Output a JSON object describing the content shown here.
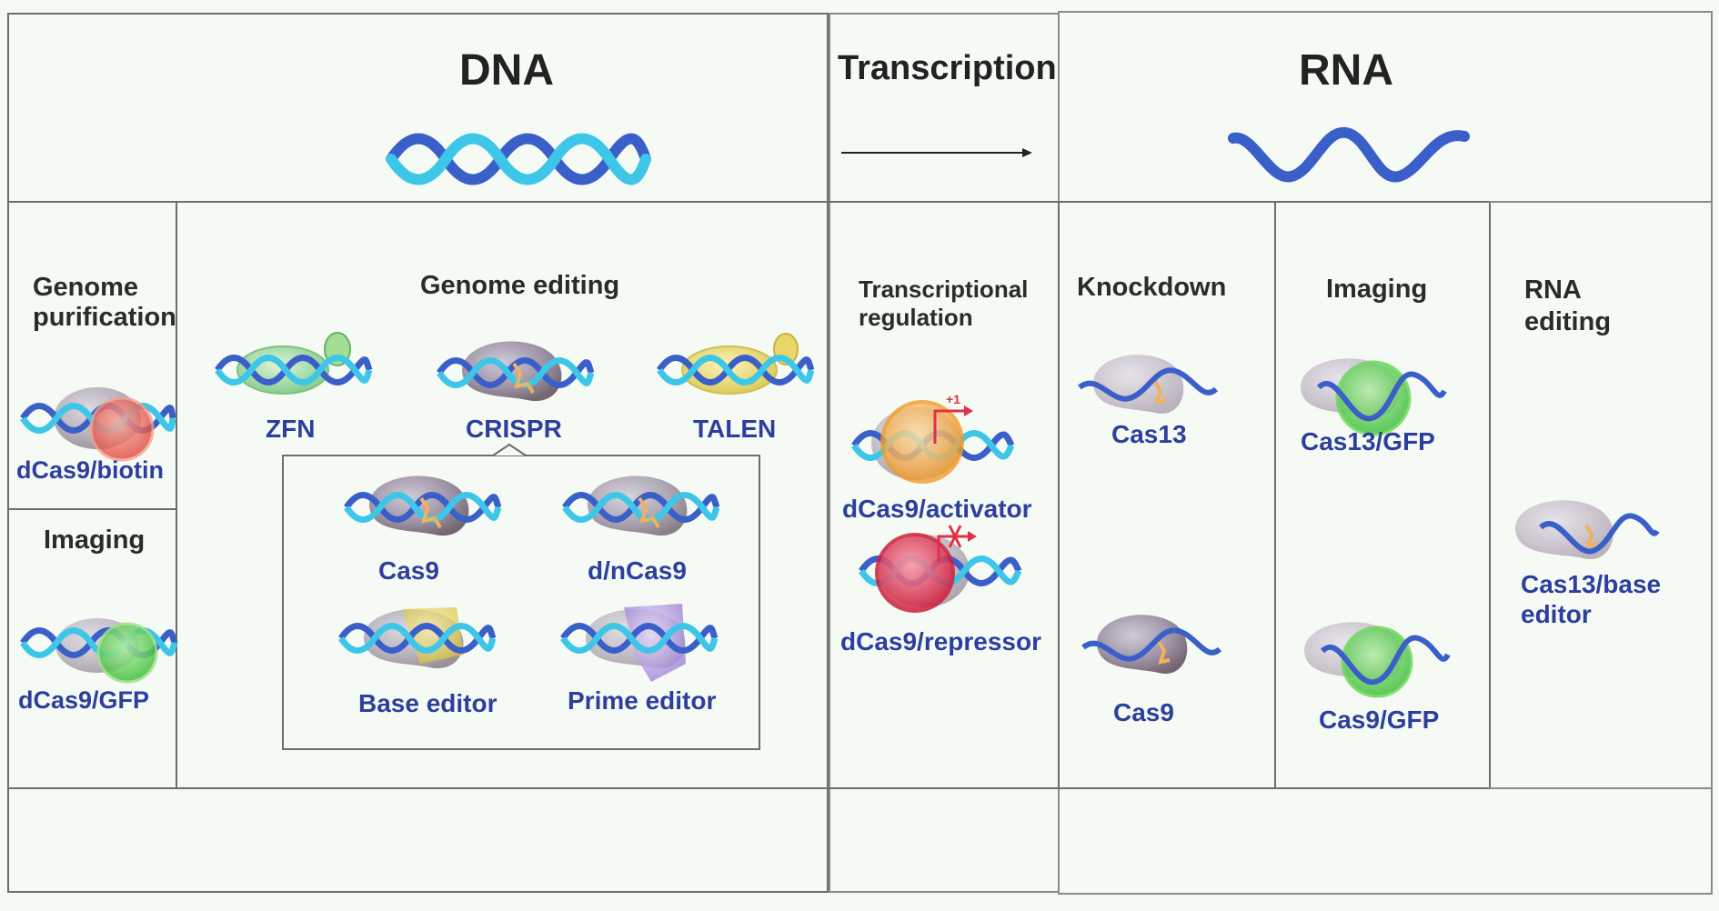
{
  "headers": {
    "dna": "DNA",
    "transcription": "Transcription",
    "rna": "RNA"
  },
  "dna": {
    "genome_purification": {
      "title": "Genome purification",
      "label": "dCas9/biotin"
    },
    "imaging": {
      "title": "Imaging",
      "label": "dCas9/GFP"
    },
    "genome_editing": {
      "title": "Genome editing",
      "tools": [
        "ZFN",
        "CRISPR",
        "TALEN"
      ],
      "crispr_variants": [
        "Cas9",
        "d/nCas9",
        "Base editor",
        "Prime editor"
      ]
    }
  },
  "transcription": {
    "regulation": {
      "title": "Transcriptional regulation",
      "activator_label": "dCas9/activator",
      "repressor_label": "dCas9/repressor",
      "activator_mark": "+1"
    }
  },
  "rna": {
    "knockdown": {
      "title": "Knockdown",
      "labels": [
        "Cas13",
        "Cas9"
      ]
    },
    "imaging": {
      "title": "Imaging",
      "labels": [
        "Cas13/GFP",
        "Cas9/GFP"
      ]
    },
    "editing": {
      "title": "RNA editing",
      "label": "Cas13/base editor"
    }
  },
  "colors": {
    "label_blue": "#2d3f9e",
    "dna_light": "#3ec6e8",
    "dna_dark": "#3a5fc8",
    "gfp": "#4cc94a",
    "activator": "#f39b2a",
    "repressor": "#e0304a"
  }
}
